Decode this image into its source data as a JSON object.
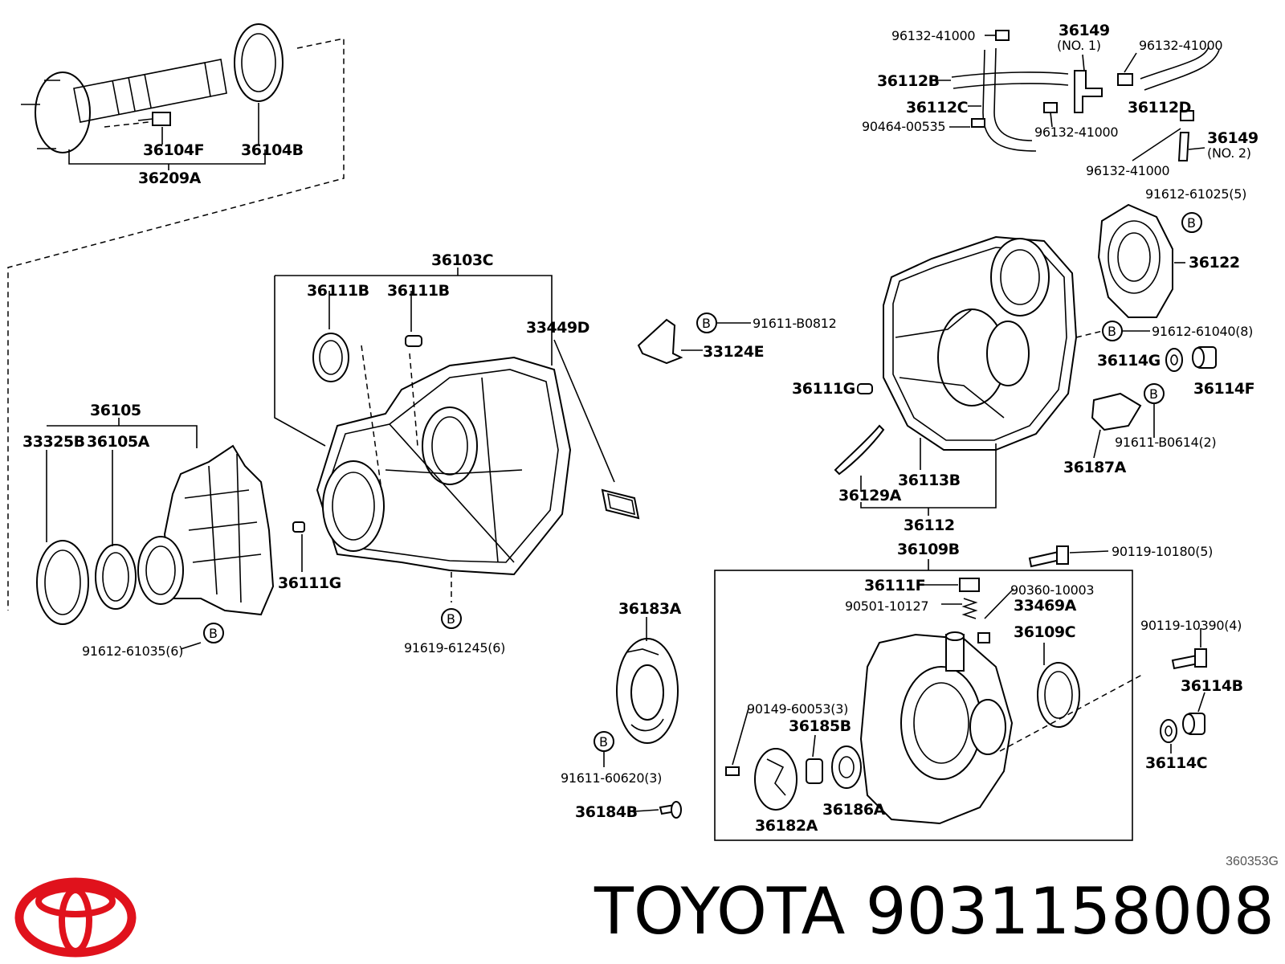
{
  "brand": "TOYOTA",
  "part_number": "9031158008",
  "diagram_code": "360353G",
  "brand_color": "#e0121c",
  "callout_symbol": "B",
  "labels": {
    "p36104F": "36104F",
    "p36104B": "36104B",
    "p36209A": "36209A",
    "p36103C": "36103C",
    "p36111B_a": "36111B",
    "p36111B_b": "36111B",
    "p33449D": "33449D",
    "p36105": "36105",
    "p33325B": "33325B",
    "p36105A": "36105A",
    "p36111G_a": "36111G",
    "p91612_61035": "91612-61035(6)",
    "p91619_61245": "91619-61245(6)",
    "p91611_B0812": "91611-B0812",
    "p33124E": "33124E",
    "p96132_41000_a": "96132-41000",
    "p36149_1": "36149",
    "p36149_1_no": "(NO. 1)",
    "p96132_41000_b": "96132-41000",
    "p36112B": "36112B",
    "p36112C": "36112C",
    "p36112D": "36112D",
    "p90464_00535": "90464-00535",
    "p96132_41000_c": "96132-41000",
    "p36149_2": "36149",
    "p36149_2_no": "(NO. 2)",
    "p96132_41000_d": "96132-41000",
    "p91612_61025": "91612-61025(5)",
    "p36122": "36122",
    "p91612_61040": "91612-61040(8)",
    "p36114G": "36114G",
    "p36114F": "36114F",
    "p36111G_b": "36111G",
    "p91611_B0614": "91611-B0614(2)",
    "p36187A": "36187A",
    "p36113B": "36113B",
    "p36129A": "36129A",
    "p36112": "36112",
    "p36109B": "36109B",
    "p90119_10180": "90119-10180(5)",
    "p36111F": "36111F",
    "p90360_10003": "90360-10003",
    "p90501_10127": "90501-10127",
    "p33469A": "33469A",
    "p36109C": "36109C",
    "p90119_10390": "90119-10390(4)",
    "p36114B": "36114B",
    "p36114C": "36114C",
    "p36183A": "36183A",
    "p90149_60053": "90149-60053(3)",
    "p36185B": "36185B",
    "p91611_60620": "91611-60620(3)",
    "p36184B": "36184B",
    "p36182A": "36182A",
    "p36186A": "36186A"
  }
}
